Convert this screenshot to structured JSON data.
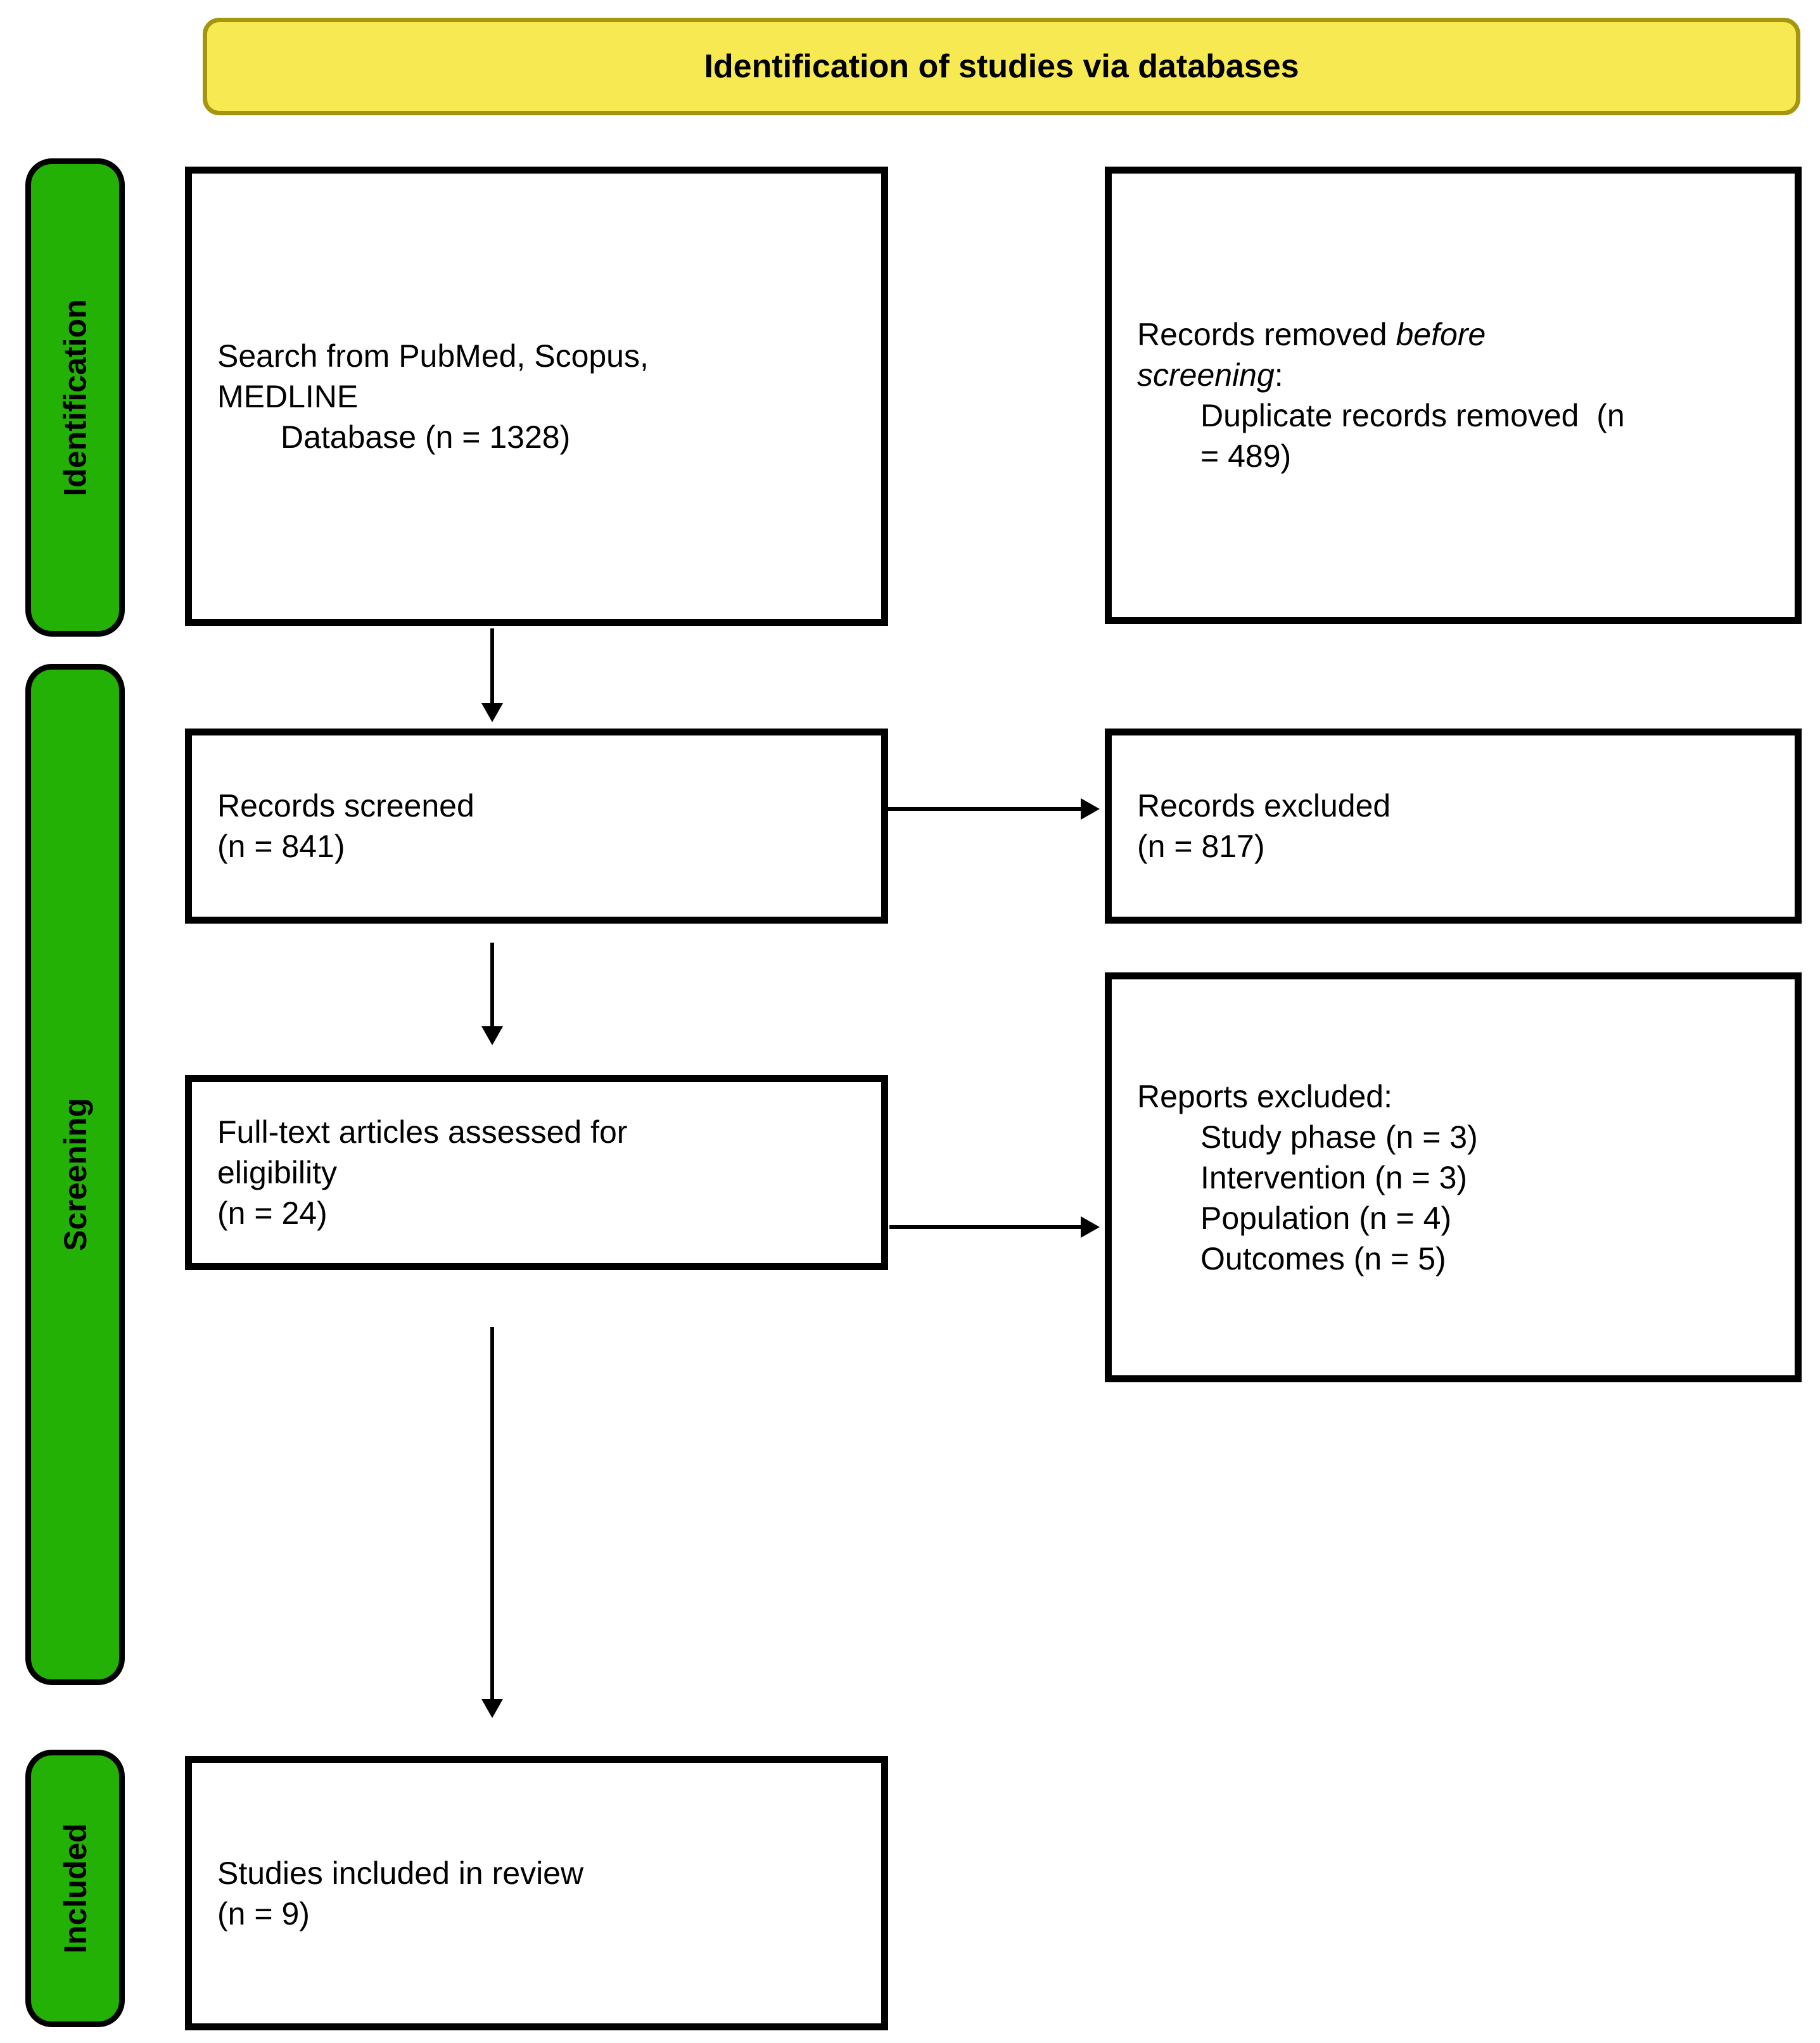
{
  "banner": {
    "label": "Identification of studies via databases"
  },
  "colors": {
    "banner_bg": "#F6E951",
    "banner_border": "#A6950F",
    "stage_green": "#22B104",
    "box_bg": "#FFFFFF",
    "ink": "#000000",
    "page_bg": "#FFFFFF"
  },
  "stages": [
    {
      "label": "Identification"
    },
    {
      "label": "Screening"
    },
    {
      "label": "Included"
    }
  ],
  "boxes": {
    "search": {
      "line1": "Search from PubMed, Scopus,",
      "line2": "MEDLINE",
      "line3": "Database (n = 1328)"
    },
    "removed": {
      "line1_normal": "Records removed ",
      "line1_italic": "before",
      "line2_italic": "screening",
      "line2_normal": ":",
      "line3": "Duplicate records removed  (n",
      "line4": "= 489)"
    },
    "screened": {
      "line1": "Records screened",
      "line2": "(n = 841)"
    },
    "records_excluded": {
      "line1": "Records excluded",
      "line2": "(n = 817)"
    },
    "fulltext": {
      "line1": "Full-text articles assessed for",
      "line2": "eligibility",
      "line3": "(n = 24)"
    },
    "reports_excluded": {
      "line1": "Reports excluded:",
      "line2": "Study phase (n = 3)",
      "line3": "Intervention (n = 3)",
      "line4": "Population (n = 4)",
      "line5": "Outcomes (n = 5)"
    },
    "included": {
      "line1": "Studies included in review",
      "line2": "(n = 9)"
    }
  }
}
